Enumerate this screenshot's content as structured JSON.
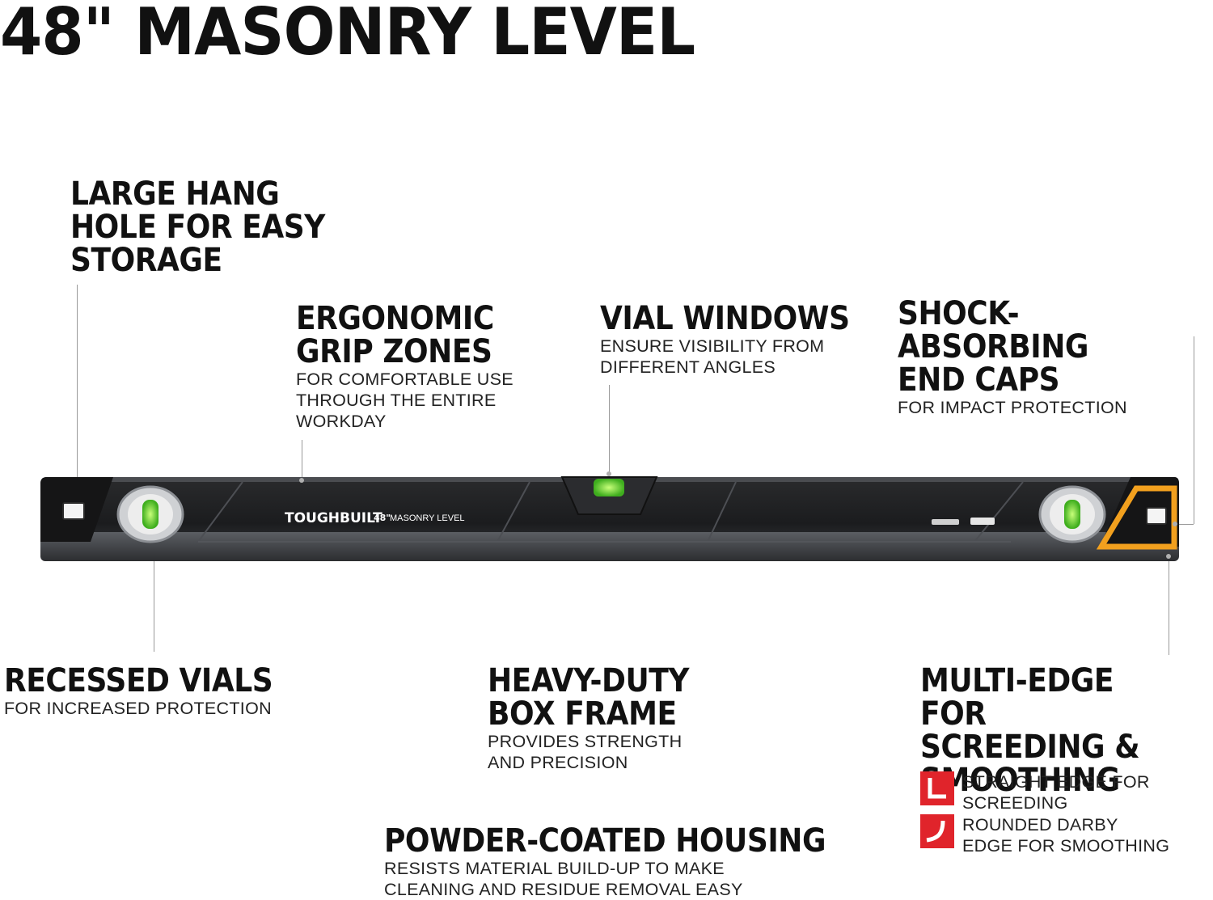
{
  "title": "48\" MASONRY LEVEL",
  "features": {
    "hang_hole": {
      "heading": "LARGE HANG\nHOLE FOR EASY\nSTORAGE",
      "desc": ""
    },
    "grip": {
      "heading": "ERGONOMIC\nGRIP ZONES",
      "desc": "FOR COMFORTABLE USE\nTHROUGH THE ENTIRE\nWORKDAY"
    },
    "vial_windows": {
      "heading": "VIAL WINDOWS",
      "desc": "ENSURE VISIBILITY FROM\nDIFFERENT ANGLES"
    },
    "end_caps": {
      "heading": "SHOCK-ABSORBING\nEND CAPS",
      "desc": "FOR IMPACT PROTECTION"
    },
    "recessed_vials": {
      "heading": "RECESSED VIALS",
      "desc": "FOR INCREASED PROTECTION"
    },
    "box_frame": {
      "heading": "HEAVY-DUTY\nBOX FRAME",
      "desc": "PROVIDES STRENGTH\nAND PRECISION"
    },
    "multi_edge": {
      "heading": "MULTI-EDGE FOR\nSCREEDING &\nSMOOTHING",
      "desc": ""
    },
    "housing": {
      "heading": "POWDER-COATED HOUSING",
      "desc": "RESISTS MATERIAL BUILD-UP TO MAKE\nCLEANING AND RESIDUE REMOVAL EASY"
    }
  },
  "edges": [
    {
      "icon": "straight-edge-icon",
      "label": "STRAIGHT EDGE FOR\nSCREEDING"
    },
    {
      "icon": "rounded-edge-icon",
      "label": "ROUNDED DARBY\nEDGE FOR SMOOTHING"
    }
  ],
  "product": {
    "brand": "TOUGHBUILT",
    "size_label": "48\"",
    "model_label": "MASONRY LEVEL"
  },
  "colors": {
    "level_body": "#1c1c1c",
    "level_face": "#3a3b3d",
    "end_cap_accent": "#f2a01e",
    "vial": "#7ddf3a",
    "edge_icon": "#e0242b"
  }
}
